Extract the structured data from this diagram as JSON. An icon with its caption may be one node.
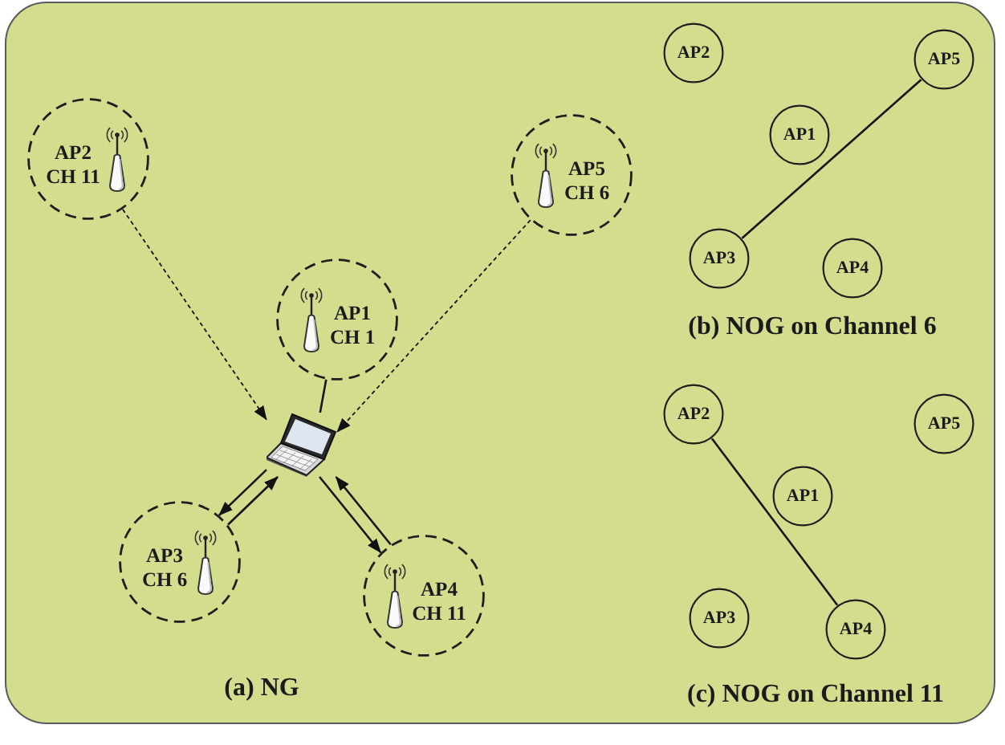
{
  "diagram": {
    "nodes": [
      {
        "text": [
          "AP2",
          "CH 11"
        ]
      },
      {
        "text": [
          "AP5",
          "CH 6"
        ]
      },
      {
        "text": [
          "AP1",
          "CH 1"
        ]
      },
      {
        "text": [],
        "shape": "picture"
      },
      {
        "text": [
          "AP3",
          "CH 6"
        ]
      },
      {
        "text": [
          "AP4",
          "CH 11"
        ]
      },
      {
        "text": [
          "AP2"
        ]
      },
      {
        "text": [
          "AP5"
        ]
      },
      {
        "text": [
          "AP1"
        ]
      },
      {
        "text": [
          "AP3"
        ]
      },
      {
        "text": [
          "AP4"
        ]
      },
      {
        "text": [
          "AP2"
        ]
      },
      {
        "text": [
          "AP5"
        ]
      },
      {
        "text": [
          "AP1"
        ]
      },
      {
        "text": [
          "AP3"
        ]
      },
      {
        "text": [
          "AP4"
        ]
      }
    ],
    "edges": [
      {
        "from": 0,
        "to": 3,
        "arrow": "to",
        "style": "dashed"
      },
      {
        "from": 1,
        "to": 3,
        "arrow": "to",
        "style": "dashed"
      },
      {
        "from": 2,
        "to": 3,
        "arrow": "none"
      },
      {
        "from": 3,
        "to": 4,
        "arrow": "to"
      },
      {
        "from": 4,
        "to": 3,
        "arrow": "to"
      },
      {
        "from": 3,
        "to": 5,
        "arrow": "to"
      },
      {
        "from": 5,
        "to": 3,
        "arrow": "to"
      },
      {
        "from": 9,
        "to": 7,
        "arrow": "none"
      },
      {
        "from": 11,
        "to": 15,
        "arrow": "none"
      }
    ],
    "labels": [
      "(b) NOG on Channel 6",
      "(a) NG",
      "(c) NOG on Channel 11"
    ]
  }
}
